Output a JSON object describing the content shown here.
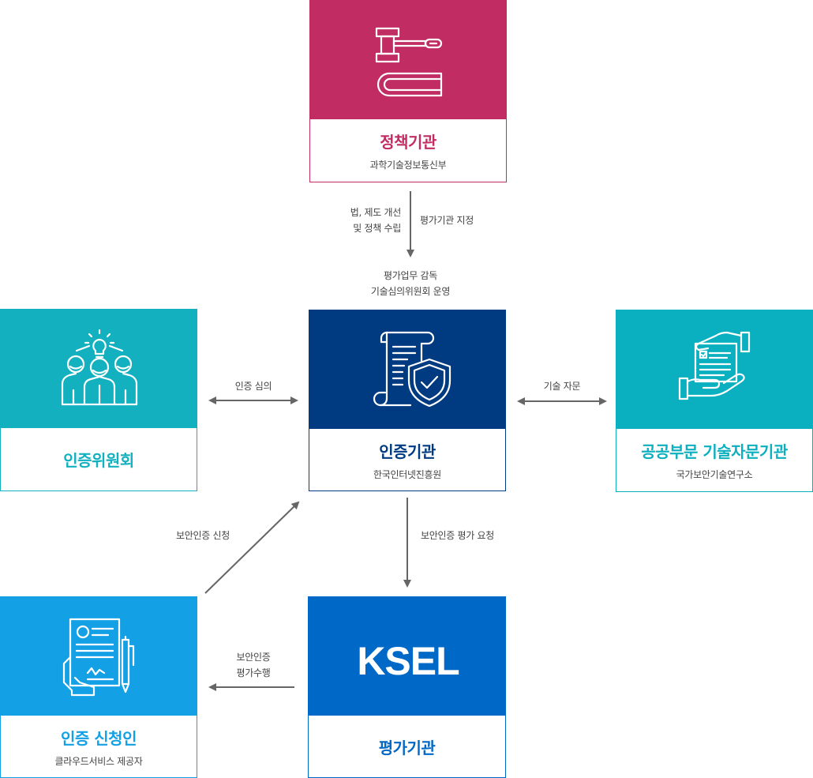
{
  "colors": {
    "policy": "#c12c63",
    "certification": "#003a80",
    "committee": "#13b1bf",
    "advisory": "#0ab0bf",
    "applicant": "#14a0e4",
    "evaluation": "#0068c7",
    "arrow": "#666666"
  },
  "nodes": {
    "policy": {
      "icon": "gavel-book-icon",
      "title": "정책기관",
      "subtitle": "과학기술정보통신부"
    },
    "certification": {
      "icon": "certificate-shield-icon",
      "title": "인증기관",
      "subtitle": "한국인터넷진흥원"
    },
    "committee": {
      "icon": "team-idea-icon",
      "title": "인증위원회"
    },
    "advisory": {
      "icon": "document-handover-icon",
      "title": "공공부문 기술자문기관",
      "subtitle": "국가보안기술연구소"
    },
    "applicant": {
      "icon": "contract-pen-icon",
      "title": "인증 신청인",
      "subtitle": "클라우드서비스 제공자"
    },
    "evaluation": {
      "logo": "KSEL",
      "title": "평가기관"
    }
  },
  "edges": {
    "policy_left": [
      "법, 제도 개선",
      "및 정책 수립"
    ],
    "policy_right": "평가기관 지정",
    "policy_bottom": [
      "평가업무 감독",
      "기술심의위원회 운영"
    ],
    "committee": "인증 심의",
    "advisory": "기술 자문",
    "applicant_request": "보안인증 신청",
    "evaluation_request": "보안인증 평가 요청",
    "evaluation_perform": [
      "보안인증",
      "평가수행"
    ]
  }
}
